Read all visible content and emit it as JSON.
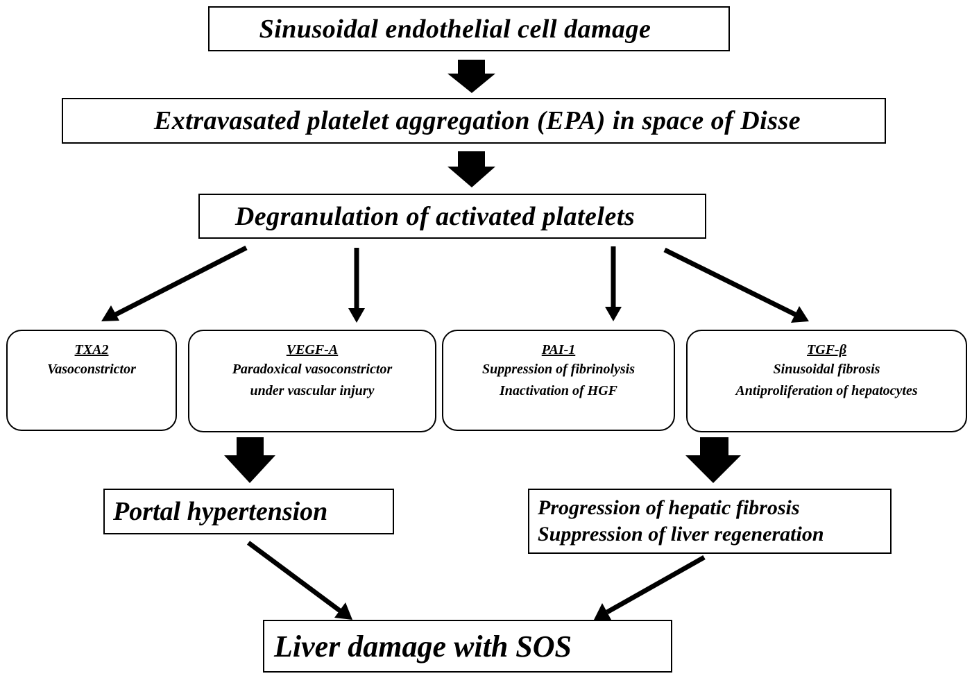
{
  "boxes": {
    "sec_damage": "Sinusoidal endothelial cell damage",
    "epa": "Extravasated platelet aggregation (EPA) in space of Disse",
    "degranulation": "Degranulation of activated platelets",
    "txa2": {
      "title": "TXA2",
      "lines": [
        "Vasoconstrictor"
      ]
    },
    "vegf": {
      "title": "VEGF-A",
      "lines": [
        "Paradoxical vasoconstrictor",
        "under vascular injury"
      ]
    },
    "pai1": {
      "title": "PAI-1",
      "lines": [
        "Suppression of fibrinolysis",
        "Inactivation of HGF"
      ]
    },
    "tgf": {
      "title": "TGF-β",
      "lines": [
        "Sinusoidal fibrosis",
        "Antiproliferation of hepatocytes"
      ]
    },
    "portal": "Portal hypertension",
    "fibrosis": [
      "Progression of hepatic fibrosis",
      "Suppression of liver regeneration"
    ],
    "sos": "Liver damage with SOS"
  }
}
